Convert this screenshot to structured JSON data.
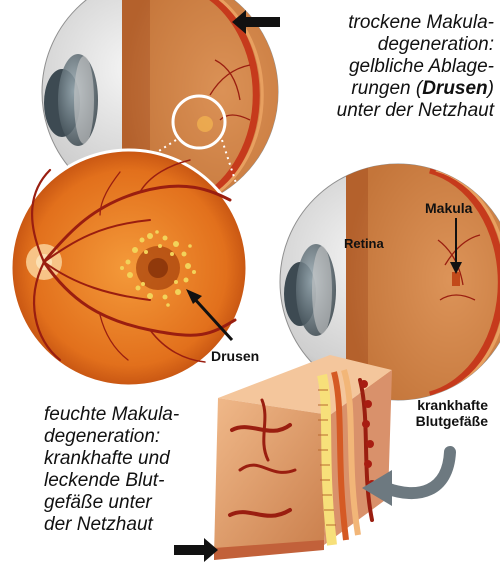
{
  "dry_amd": {
    "lines": [
      "trockene Makula-",
      "degeneration:",
      "gelbliche Ablage-",
      "rungen (",
      ")",
      "unter der Netzhaut"
    ],
    "highlight": "Drusen"
  },
  "wet_amd": {
    "lines": [
      "feuchte Makula-",
      "degeneration:",
      "krankhafte und",
      "leckende Blut-",
      "gefäße unter",
      "der Netzhaut"
    ]
  },
  "labels": {
    "makula": "Makula",
    "retina": "Retina",
    "drusen": "Drusen",
    "vessels_1": "krankhafte",
    "vessels_2": "Blutgefäße"
  },
  "colors": {
    "fundus": "#e8731f",
    "fundus_dark": "#b9470d",
    "vessel": "#9a1e10",
    "drusen": "#f2d35a",
    "sclera": "#d9d9d9",
    "arrow": "#111111",
    "tissue": "#e6a97a"
  },
  "icons": [
    "arrow-left-icon",
    "arrow-right-icon",
    "curved-arrow-icon"
  ]
}
